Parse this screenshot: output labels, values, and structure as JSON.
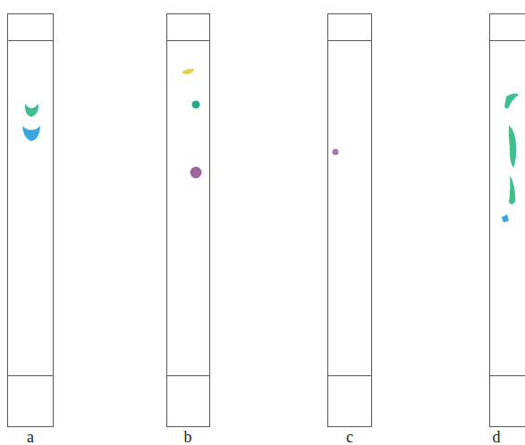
{
  "diagram": {
    "nodes": [
      {
        "text": [
          "a"
        ]
      },
      {
        "text": [
          "b"
        ]
      },
      {
        "text": [
          "c"
        ]
      },
      {
        "text": [
          "d"
        ]
      }
    ]
  }
}
